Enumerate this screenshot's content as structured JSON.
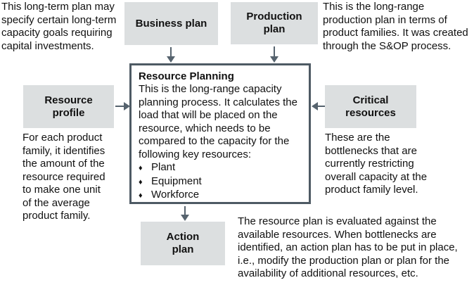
{
  "colors": {
    "box_fill": "#dcdfe0",
    "central_box_border": "#4e5a64",
    "arrow": "#56636e",
    "text": "#111111",
    "background": "#ffffff"
  },
  "boxes": {
    "business_plan": {
      "label": "Business plan"
    },
    "production_plan": {
      "label": "Production\nplan"
    },
    "resource_profile": {
      "label": "Resource\nprofile"
    },
    "critical_resources": {
      "label": "Critical\nresources"
    },
    "action_plan": {
      "label": "Action\nplan"
    }
  },
  "central": {
    "title": "Resource Planning",
    "body": "This is the long-range capacity\nplanning process. It calculates the\nload that will be placed on the\nresource, which needs to be\ncompared to the capacity for the\nfollowing key resources:",
    "bullet_glyph": "♦",
    "bullets": [
      "Plant",
      "Equipment",
      "Workforce"
    ]
  },
  "annotations": {
    "business_note": "This long-term plan may\nspecify certain long-term\ncapacity goals requiring\ncapital investments.",
    "production_note": "This is the long-range\nproduction plan in terms of\nproduct families. It was created\nthrough the S&OP process.",
    "resource_profile_note": "For each product\nfamily, it identifies\nthe amount of the\nresource required\nto make one unit\nof the average\nproduct family.",
    "critical_resources_note": "These are the\nbottlenecks that are\ncurrently restricting\noverall capacity at the\nproduct family level.",
    "action_plan_note": "The resource plan is evaluated against the\navailable resources. When bottlenecks are\nidentified, an action plan has to be put in place,\ni.e., modify the production plan or plan for the\navailability of additional resources, etc."
  }
}
